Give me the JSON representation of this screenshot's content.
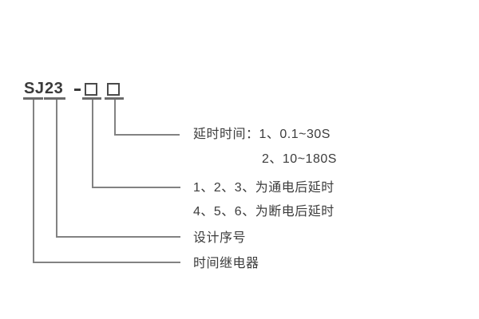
{
  "model": {
    "series_label": "SJ",
    "design_code": "23",
    "separator": "-",
    "placeholder_boxes": [
      "option-box-1",
      "option-box-2"
    ]
  },
  "callouts": {
    "delay_time": {
      "line1": "延时时间：1、0.1~30S",
      "line2": "2、10~180S"
    },
    "power_on_delay": "1、2、3、为通电后延时",
    "power_off_delay": "4、5、6、为断电后延时",
    "design_serial": "设计序号",
    "product_name": "时间继电器"
  },
  "colors": {
    "background": "#ffffff",
    "text": "#3c3c3c",
    "model_text": "#3a3a3a",
    "connector_line": "#828282",
    "underline": "#6b6b6b",
    "box_border": "#4a4a4a"
  }
}
